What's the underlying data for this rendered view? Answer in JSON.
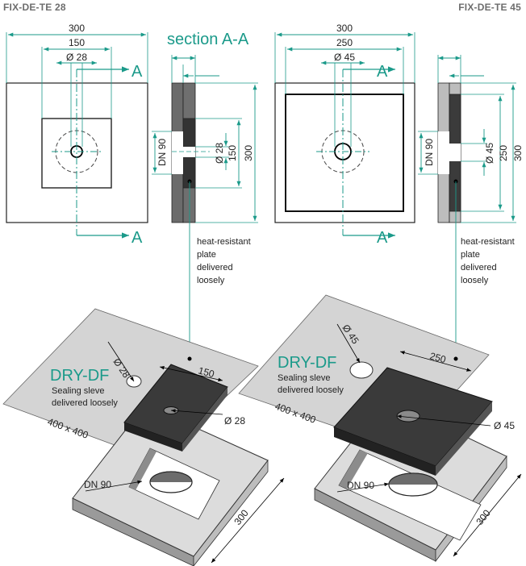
{
  "left_product": {
    "title": "FIX-DE-TE 28",
    "top_view": {
      "width_label": "300",
      "inner_label": "150",
      "dia_label": "Ø 28",
      "cut_mark": "A"
    },
    "section": {
      "title": "section A-A",
      "dn_label": "DN 90",
      "dia_label": "Ø 28",
      "inner_label": "150",
      "outer_label": "300"
    },
    "note": [
      "heat-resistant",
      "plate",
      "delivered",
      "loosely"
    ],
    "iso": {
      "brand": "DRY-DF",
      "sleeve_line1": "Sealing sleve",
      "sleeve_line2": "delivered  loosely",
      "sheet_size": "400 x 400",
      "dia_sleeve": "Ø 28",
      "plate_size": "150",
      "dia_plate": "Ø 28",
      "dn_label": "DN 90",
      "base_size": "300"
    }
  },
  "right_product": {
    "title": "FIX-DE-TE 45",
    "top_view": {
      "width_label": "300",
      "inner_label": "250",
      "dia_label": "Ø 45",
      "cut_mark": "A"
    },
    "section": {
      "dn_label": "DN 90",
      "dia_label": "Ø 45",
      "inner_label": "250",
      "outer_label": "300"
    },
    "note": [
      "heat-resistant",
      "plate",
      "delivered",
      "loosely"
    ],
    "iso": {
      "brand": "DRY-DF",
      "sleeve_line1": "Sealing sleve",
      "sleeve_line2": "delivered  loosely",
      "sheet_size": "400 x 400",
      "dia_sleeve": "Ø 45",
      "plate_size": "250",
      "dia_plate": "Ø 45",
      "dn_label": "DN 90",
      "base_size": "300"
    }
  },
  "colors": {
    "dimension": "#1b9a8a",
    "plate_dark": "#3b3b3b",
    "plate_gray": "#6f6f6f",
    "base_gray": "#d9d9d9",
    "sheet": "#d4d4d4"
  }
}
